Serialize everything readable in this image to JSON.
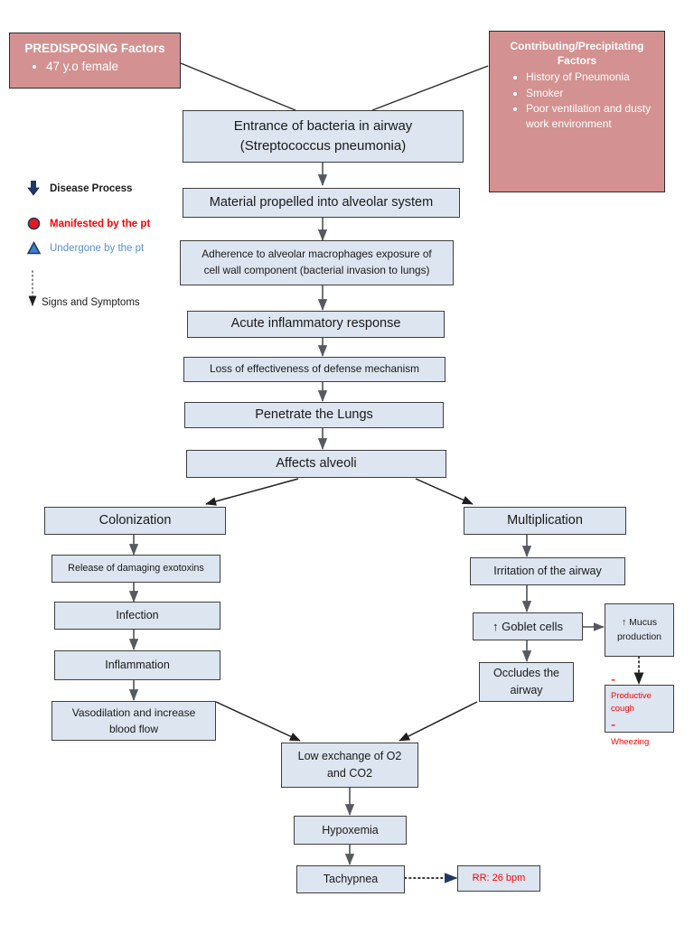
{
  "diagram": {
    "title": "Pneumonia Pathophysiology Flowchart",
    "colors": {
      "pink_box": "#d49191",
      "blue_box": "#dce5f0",
      "box_border": "#3f3f3f",
      "symptom_red": "#ff0000",
      "undergone_blue": "#5b8fd0",
      "arrow_dark": "#1f1f1f",
      "dotted_arrowhead": "#1f3864"
    }
  },
  "predisposing": {
    "title": "PREDISPOSING Factors",
    "items": [
      "47 y.o female"
    ]
  },
  "contributing": {
    "title_line1": "Contributing/Precipitating",
    "title_line2": "Factors",
    "items": [
      "History of Pneumonia",
      "Smoker",
      "Poor ventilation and dusty work environment"
    ]
  },
  "legend": {
    "items": [
      {
        "icon": "down-arrow-icon",
        "label": "Disease Process"
      },
      {
        "icon": "red-circle-icon",
        "label": "Manifested by the pt"
      },
      {
        "icon": "blue-triangle-icon",
        "label": "Undergone by the pt"
      },
      {
        "icon": "dotted-arrow-icon",
        "label": "Signs and Symptoms"
      }
    ]
  },
  "nodes": {
    "entrance_l1": "Entrance of bacteria in airway",
    "entrance_l2": "(Streptococcus pneumonia)",
    "material": "Material propelled into alveolar system",
    "adherence_l1": "Adherence to alveolar macrophages exposure of",
    "adherence_l2": "cell wall component (bacterial invasion to lungs)",
    "acute": "Acute inflammatory response",
    "loss": "Loss of effectiveness of defense mechanism",
    "penetrate": "Penetrate the Lungs",
    "affects": "Affects alveoli",
    "colonization": "Colonization",
    "exotoxins": "Release of damaging  exotoxins",
    "infection": "Infection",
    "inflammation": "Inflammation",
    "vasodilation_l1": "Vasodilation and increase",
    "vasodilation_l2": "blood flow",
    "multiplication": "Multiplication",
    "irritation": "Irritation of the airway",
    "goblet": "↑ Goblet cells",
    "mucus_l1": "↑ Mucus",
    "mucus_l2": "production",
    "occludes_l1": "Occludes the",
    "occludes_l2": "airway",
    "lowexchange_l1": "Low exchange of O2",
    "lowexchange_l2": "and CO2",
    "hypoxemia": "Hypoxemia",
    "tachypnea": "Tachypnea",
    "rr": "RR: 26 bpm"
  },
  "symptoms": {
    "dash": "-",
    "items": [
      "Productive cough",
      "Wheezing"
    ]
  }
}
